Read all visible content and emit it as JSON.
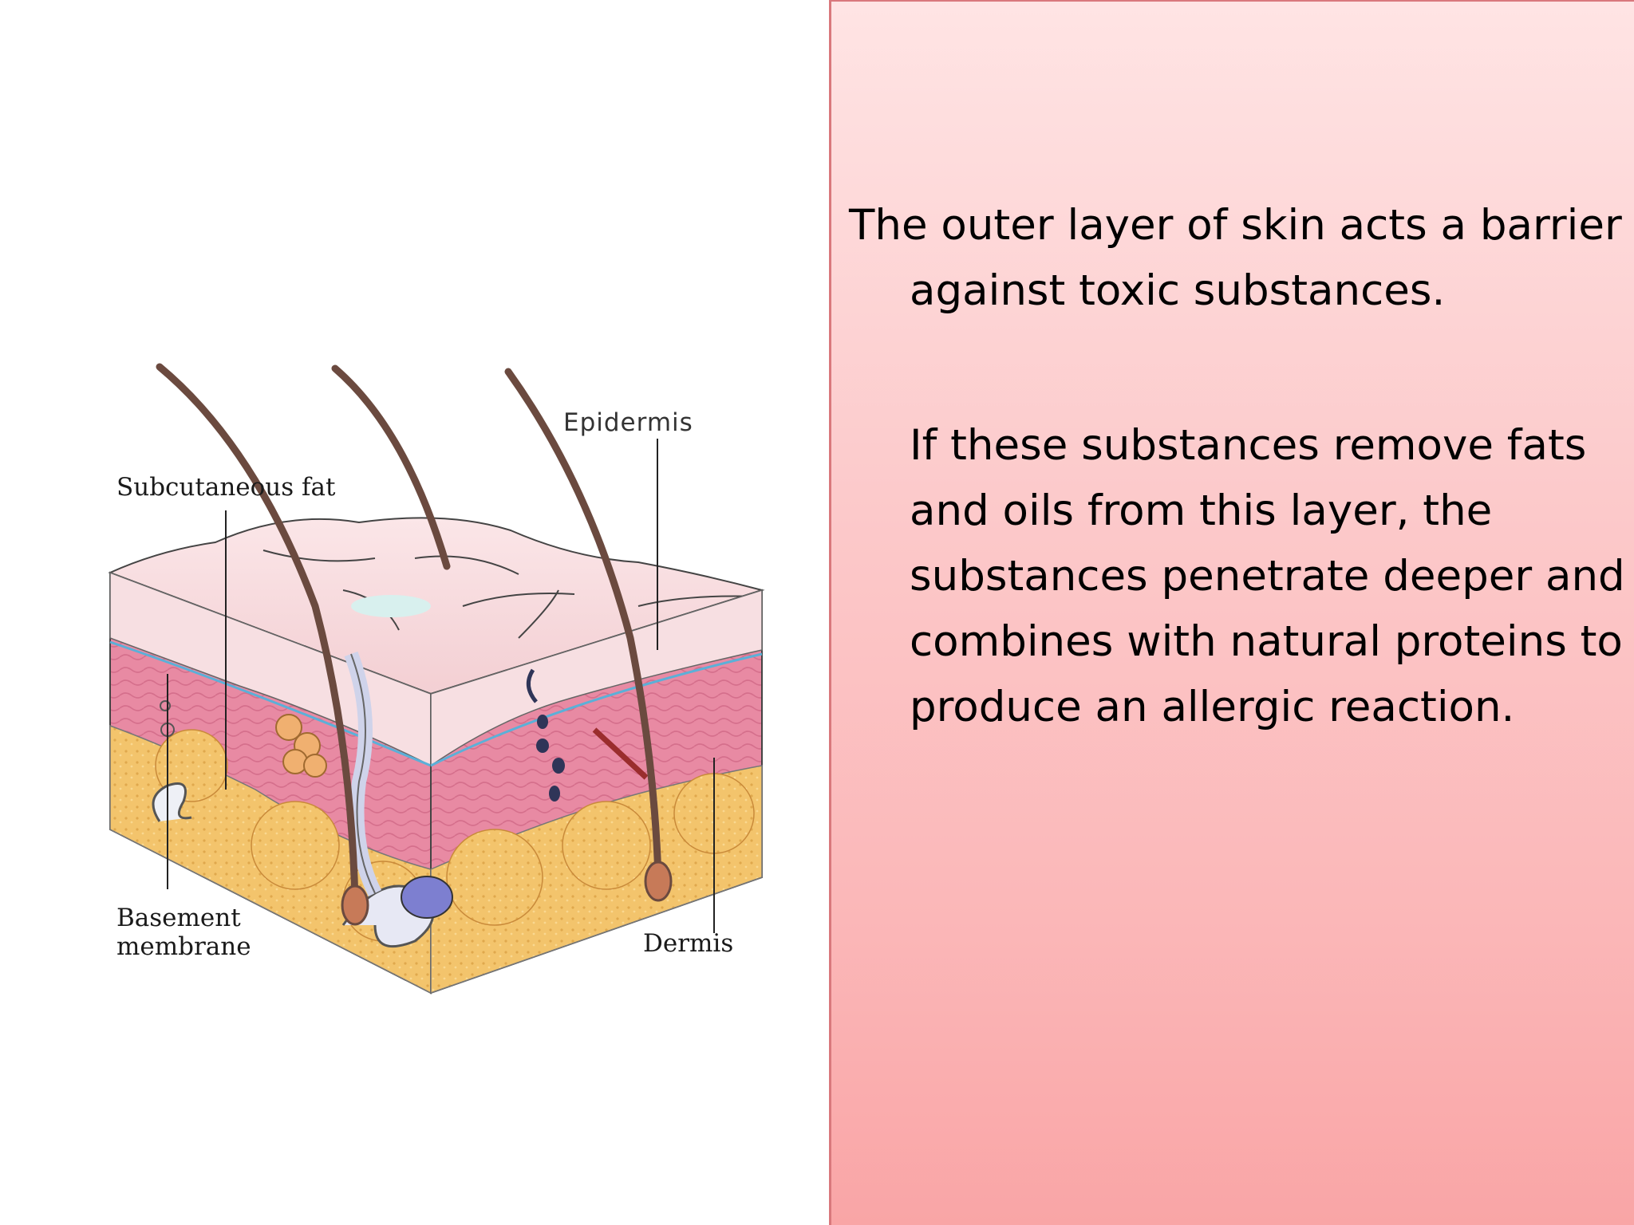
{
  "diagram": {
    "labels": {
      "epidermis": "Epidermis",
      "subcutaneous_fat": "Subcutaneous fat",
      "basement_membrane_line1": "Basement",
      "basement_membrane_line2": "membrane",
      "dermis": "Dermis"
    },
    "colors": {
      "epidermis_top": "#f6d9dc",
      "dermis": "#ea8fa6",
      "fat": "#f3c46c",
      "hair": "#6b4a3f",
      "capillary": "#5bb0d8"
    }
  },
  "text_panel": {
    "paragraph_1": "The outer layer of skin acts a barrier against toxic substances.",
    "paragraph_2": "If these substances remove fats and oils from this layer, the substances penetrate deeper and combines with natural proteins to produce an allergic reaction.",
    "colors": {
      "gradient_top": "#ffe4e4",
      "gradient_bottom": "#f9a5a6",
      "border": "#d9787c"
    }
  }
}
